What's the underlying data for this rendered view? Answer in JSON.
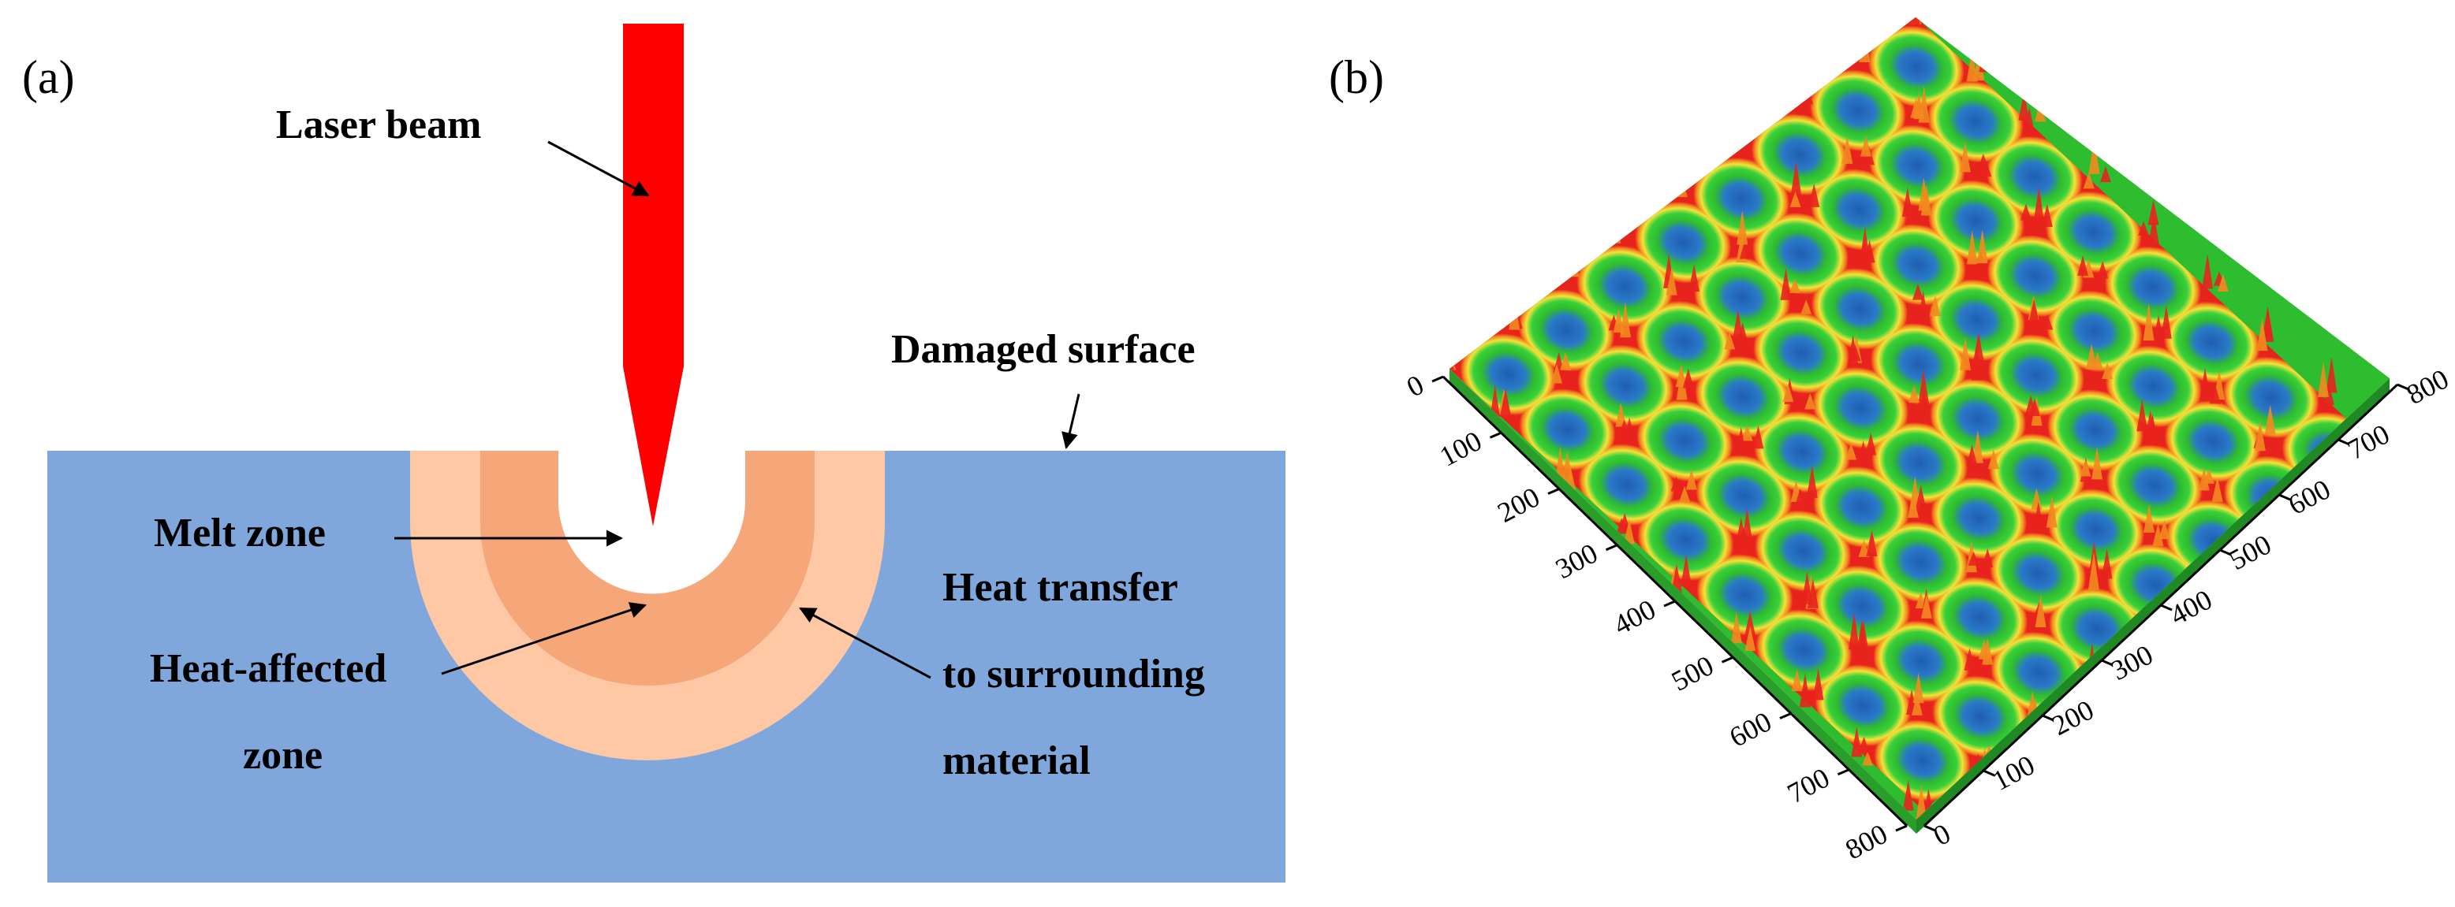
{
  "panel_a": {
    "label": "(a)",
    "callouts": {
      "laser_beam": "Laser beam",
      "damaged_surface": "Damaged surface",
      "melt_zone": "Melt zone",
      "heat_affected_line1": "Heat-affected",
      "heat_affected_line2": "zone",
      "heat_transfer_line1": "Heat transfer",
      "heat_transfer_line2": "to surrounding",
      "heat_transfer_line3": "material"
    },
    "colors": {
      "substrate": "#7fa7dc",
      "outer_zone": "#ffc8a5",
      "inner_zone": "#f6a77a",
      "beam": "#ff0000"
    }
  },
  "panel_b": {
    "label": "(b)",
    "left_axis_ticks": [
      "0",
      "100",
      "200",
      "300",
      "400",
      "500",
      "600",
      "700",
      "800"
    ],
    "right_axis_ticks": [
      "0",
      "100",
      "200",
      "300",
      "400",
      "500",
      "600",
      "700",
      "800"
    ],
    "colors": {
      "low": "#1f5fb0",
      "mid": "#2ebd2e",
      "high1": "#f2e33a",
      "high2": "#f28a1f",
      "peak": "#e8231e"
    }
  }
}
